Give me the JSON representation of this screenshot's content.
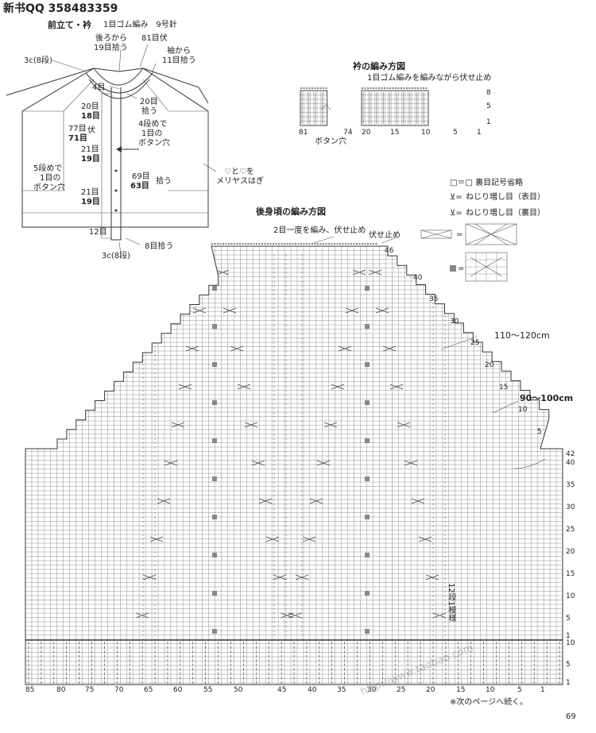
{
  "header": {
    "title": "新书QQ 358483359"
  },
  "front": {
    "title": "前立て・衿",
    "needle": "1目ゴム編み　9号針",
    "labels": {
      "back_pick_1": "後ろから",
      "back_pick_2": "19目拾う",
      "bind81": "81目伏",
      "sleeve_pick_1": "袖から",
      "sleeve_pick_2": "11目拾う",
      "c3_top": "3c(8段)",
      "four": "4目",
      "pick20_1": "20目",
      "pick20_2": "拾う",
      "r20": "20目",
      "r18": "18目",
      "r77": "77目",
      "fuku": "伏",
      "r71": "71目",
      "every4_1": "4段めで",
      "every4_2": "1目の",
      "every4_3": "ボタン穴",
      "r21a": "21目",
      "r19a": "19目",
      "every5_1": "5段めで",
      "every5_2": "1目の",
      "every5_3": "ボタン穴",
      "r69": "69目",
      "r63": "63目",
      "pick69": "拾う",
      "r21b": "21目",
      "r19b": "19目",
      "heart_1": "♡と♡を",
      "heart_2": "メリヤスはぎ",
      "r12": "12目",
      "pick8": "8目拾う",
      "c3_bottom": "3c(8段)"
    }
  },
  "collar": {
    "title": "衿の編み方図",
    "note": "1目ゴム編みを編みながら伏せ止め",
    "row_labels": [
      "8",
      "5",
      "1"
    ],
    "col_labels_left": [
      "81",
      "74"
    ],
    "col_labels_right": [
      "20",
      "15",
      "10",
      "5",
      "1"
    ],
    "button_hole": "ボタン穴"
  },
  "legend": {
    "omit": "□＝□ 裏目記号省略",
    "twist_knit": "ねじり増し目（表目）",
    "twist_purl": "ねじり増し目（裏目）",
    "eq": "="
  },
  "back": {
    "title": "後身頃の編み方図",
    "note_dec": "2目一度を編み、伏せ止め",
    "note_bind": "伏せ止め",
    "row_labels_top": [
      "46",
      "40",
      "35",
      "30",
      "25",
      "20",
      "15",
      "10",
      "5"
    ],
    "row_labels_body": [
      "42",
      "40",
      "35",
      "30",
      "25",
      "20",
      "15",
      "10",
      "5",
      "1",
      "10",
      "5",
      "1"
    ],
    "meas1": "110～120cm",
    "meas2": "90～100cm",
    "repeat": "12段1模様",
    "col_labels": [
      "85",
      "80",
      "75",
      "70",
      "65",
      "60",
      "55",
      "50",
      "45",
      "40",
      "35",
      "30",
      "25",
      "20",
      "15",
      "10",
      "5",
      "1"
    ],
    "continue": "※次のページへ続く。"
  },
  "page_number": "69",
  "watermark": "http://www.taobao.com"
}
